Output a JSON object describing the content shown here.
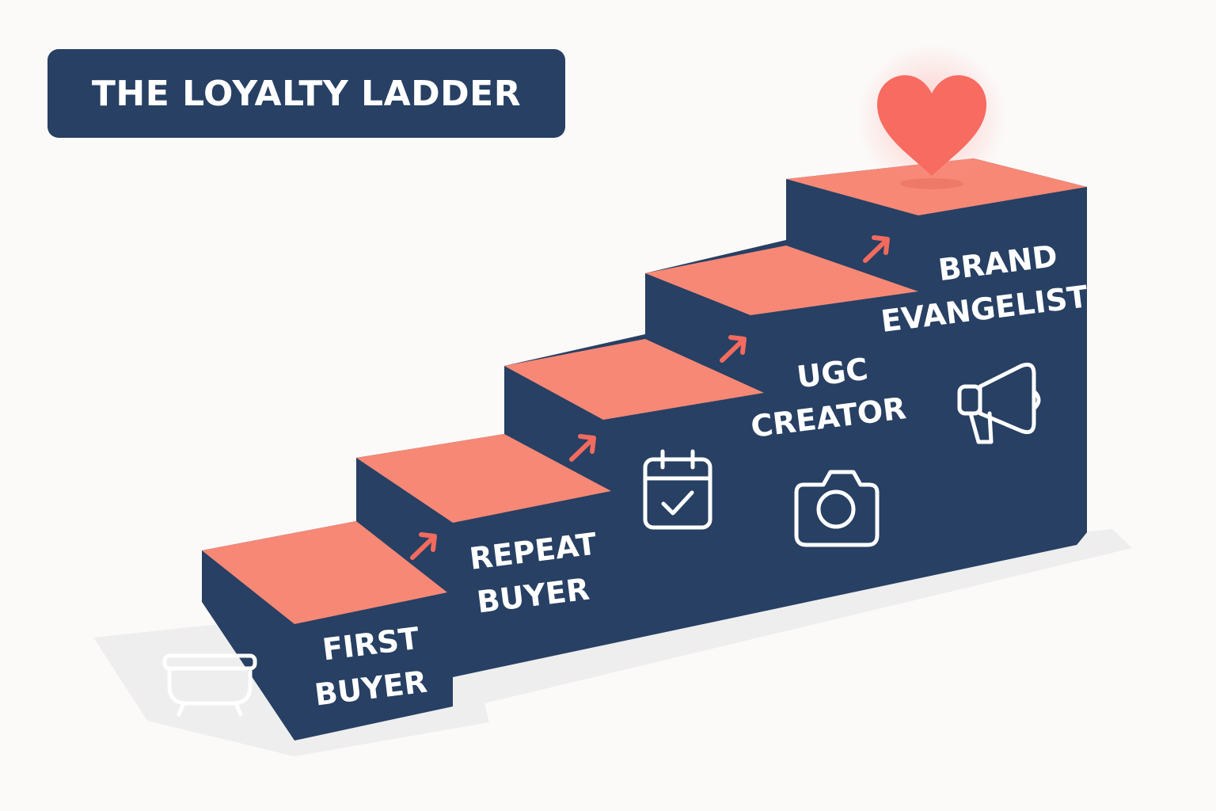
{
  "title": "THE LOYALTY LADDER",
  "colors": {
    "step_side": "#274063",
    "step_top": "#f78876",
    "accent": "#f26b5e",
    "heart": "#f76b60",
    "background": "#fbfaf9",
    "text": "#ffffff"
  },
  "steps": [
    {
      "line1": "FIRST",
      "line2": "BUYER",
      "icon": "bathtub-icon"
    },
    {
      "line1": "REPEAT",
      "line2": "BUYER",
      "icon": "none"
    },
    {
      "line1": "",
      "line2": "",
      "icon": "calendar-check-icon"
    },
    {
      "line1": "UGC",
      "line2": "CREATOR",
      "icon": "camera-icon"
    },
    {
      "line1": "BRAND",
      "line2": "EVANGELIST",
      "icon": "megaphone-icon"
    }
  ],
  "top_icon": "heart-icon",
  "step_arrow_icon": "arrow-up-right-icon"
}
